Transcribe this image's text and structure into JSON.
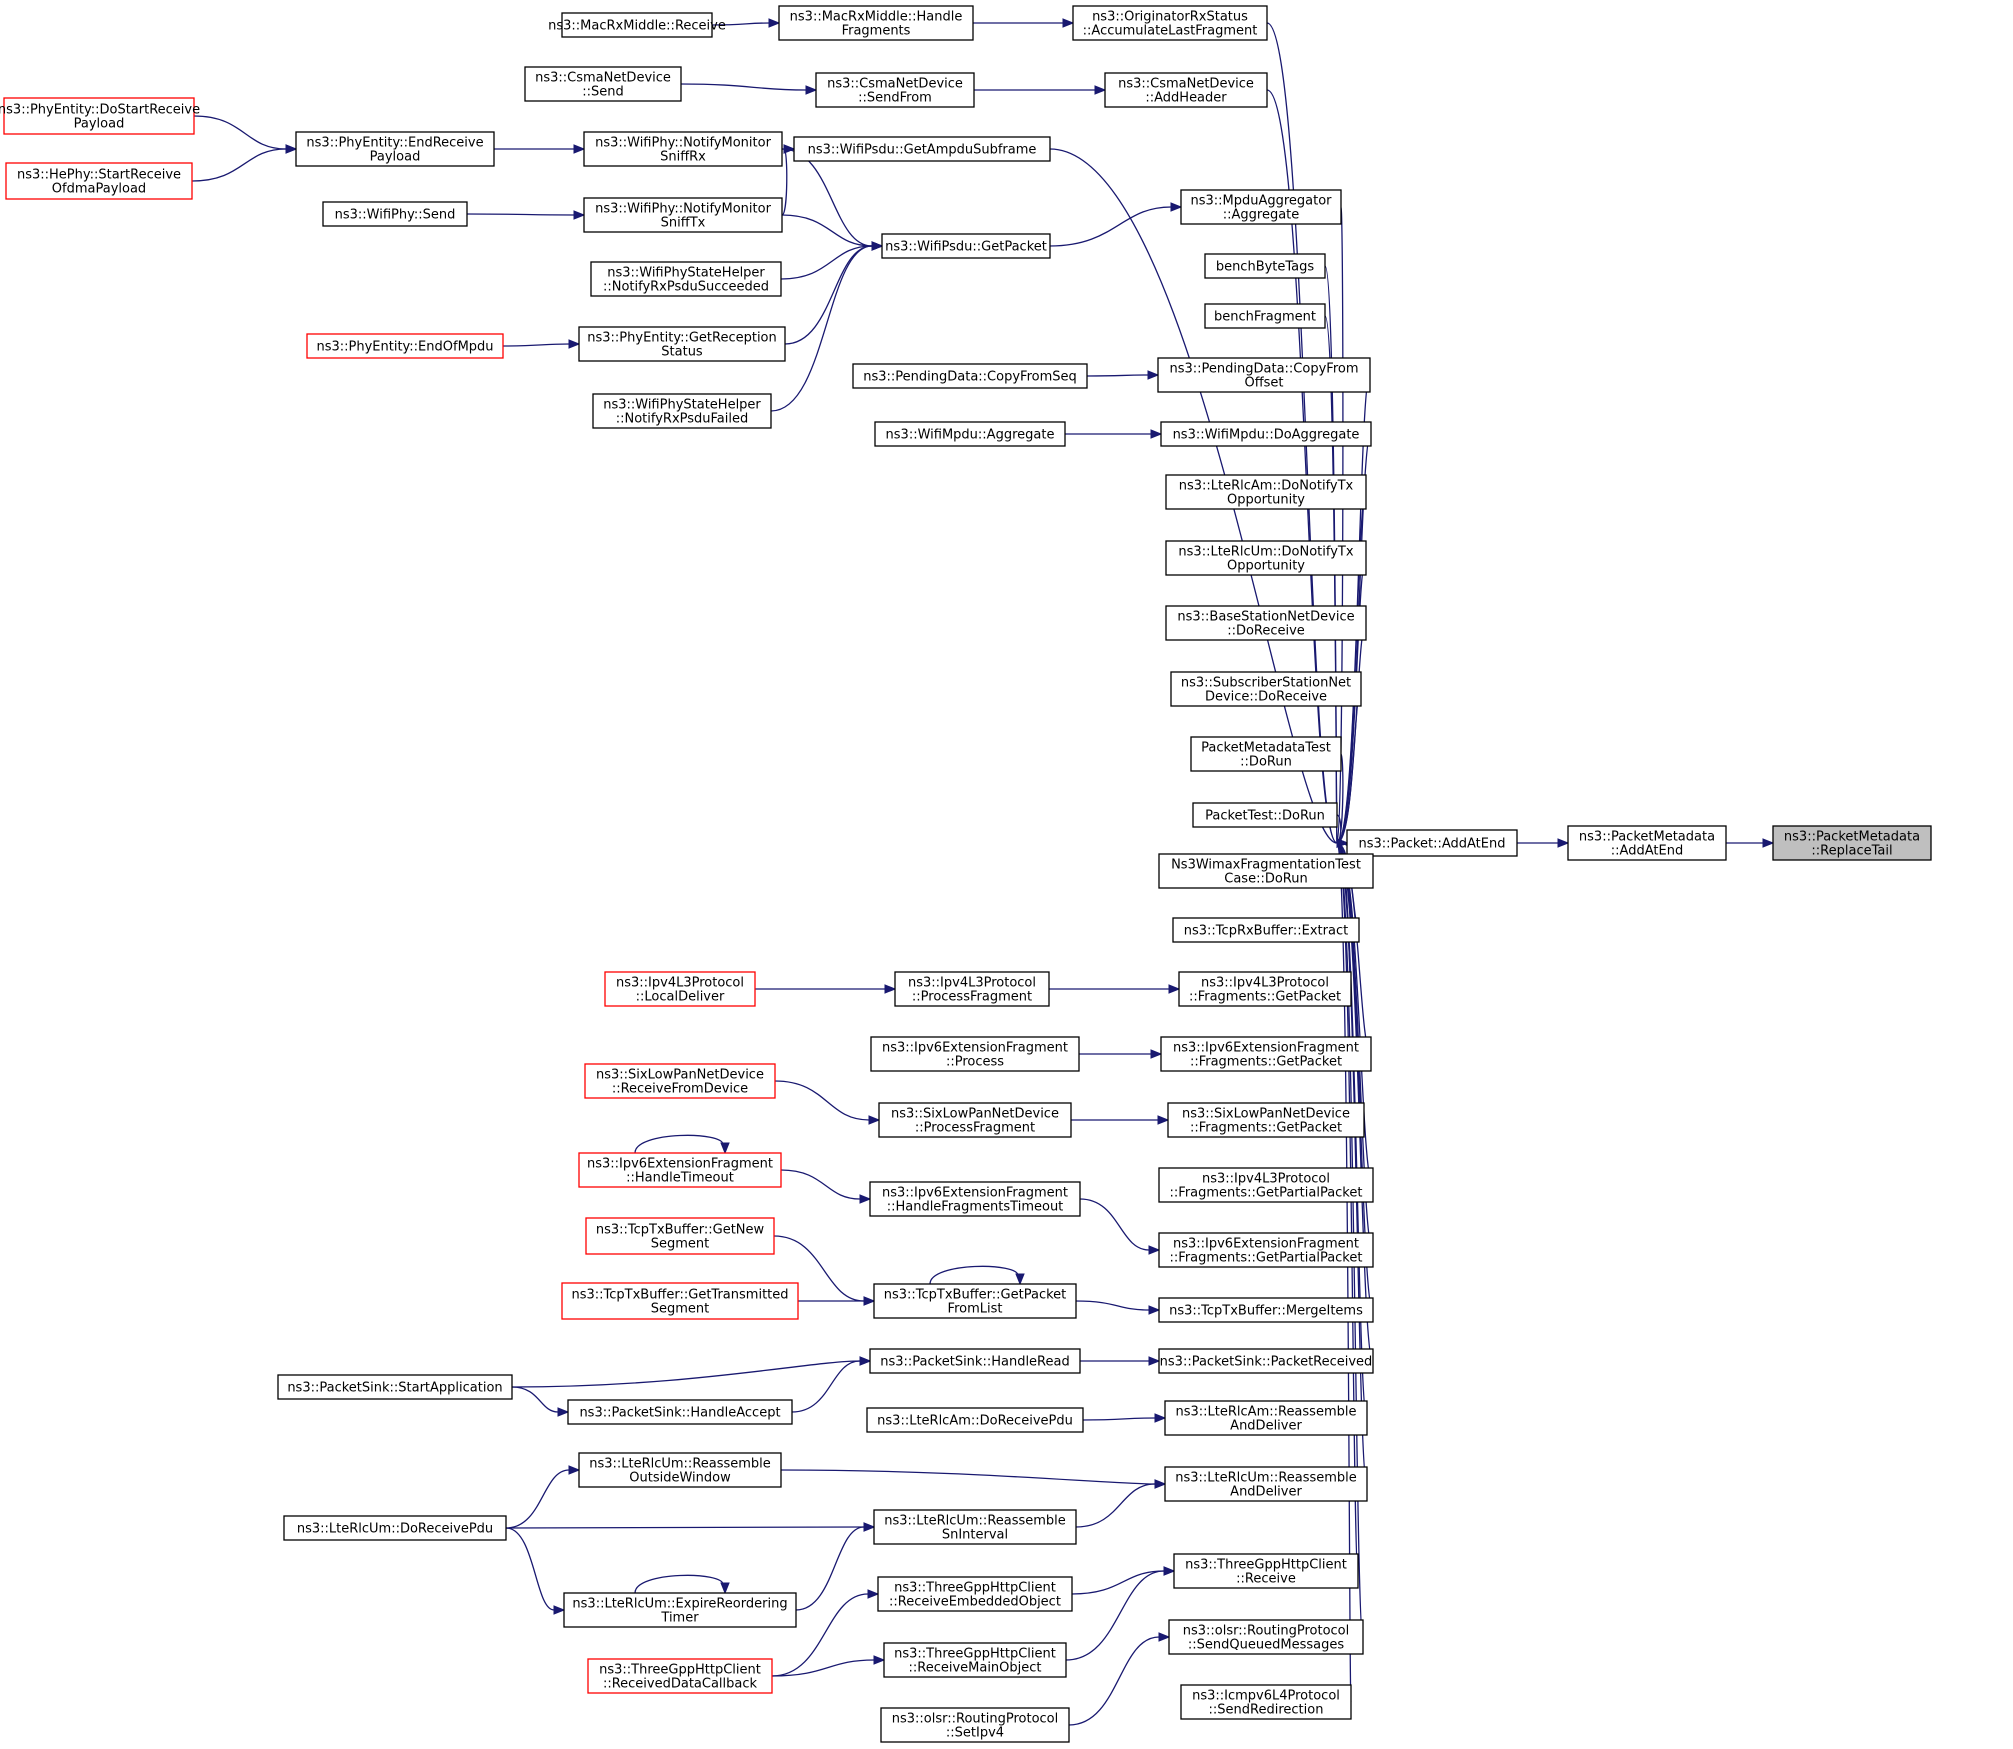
{
  "graph": {
    "nodes": [
      {
        "id": "replace_tail",
        "lines": [
          "ns3::PacketMetadata",
          "::ReplaceTail"
        ],
        "style": "focus"
      },
      {
        "id": "pm_addatend",
        "lines": [
          "ns3::PacketMetadata",
          "::AddAtEnd"
        ]
      },
      {
        "id": "pkt_addatend",
        "lines": [
          "ns3::Packet::AddAtEnd"
        ]
      },
      {
        "id": "orig_accum",
        "lines": [
          "ns3::OriginatorRxStatus",
          "::AccumulateLastFragment"
        ]
      },
      {
        "id": "mac_handle_frag",
        "lines": [
          "ns3::MacRxMiddle::Handle",
          "Fragments"
        ]
      },
      {
        "id": "mac_receive",
        "lines": [
          "ns3::MacRxMiddle::Receive"
        ]
      },
      {
        "id": "csma_addheader",
        "lines": [
          "ns3::CsmaNetDevice",
          "::AddHeader"
        ]
      },
      {
        "id": "csma_sendfrom",
        "lines": [
          "ns3::CsmaNetDevice",
          "::SendFrom"
        ]
      },
      {
        "id": "csma_send",
        "lines": [
          "ns3::CsmaNetDevice",
          "::Send"
        ]
      },
      {
        "id": "psdu_ampdu",
        "lines": [
          "ns3::WifiPsdu::GetAmpduSubframe"
        ]
      },
      {
        "id": "notify_sniffrx",
        "lines": [
          "ns3::WifiPhy::NotifyMonitor",
          "SniffRx"
        ]
      },
      {
        "id": "phy_endreceive",
        "lines": [
          "ns3::PhyEntity::EndReceive",
          "Payload"
        ]
      },
      {
        "id": "phy_dostart",
        "lines": [
          "ns3::PhyEntity::DoStartReceive",
          "Payload"
        ],
        "style": "red"
      },
      {
        "id": "hephy_start",
        "lines": [
          "ns3::HePhy::StartReceive",
          "OfdmaPayload"
        ],
        "style": "red"
      },
      {
        "id": "notify_snifftx",
        "lines": [
          "ns3::WifiPhy::NotifyMonitor",
          "SniffTx"
        ]
      },
      {
        "id": "wifiphy_send",
        "lines": [
          "ns3::WifiPhy::Send"
        ]
      },
      {
        "id": "mpdu_aggregate",
        "lines": [
          "ns3::MpduAggregator",
          "::Aggregate"
        ]
      },
      {
        "id": "psdu_getpacket",
        "lines": [
          "ns3::WifiPsdu::GetPacket"
        ]
      },
      {
        "id": "psh_succeeded",
        "lines": [
          "ns3::WifiPhyStateHelper",
          "::NotifyRxPsduSucceeded"
        ]
      },
      {
        "id": "phy_getreception",
        "lines": [
          "ns3::PhyEntity::GetReception",
          "Status"
        ]
      },
      {
        "id": "phy_endofmpdu",
        "lines": [
          "ns3::PhyEntity::EndOfMpdu"
        ],
        "style": "red"
      },
      {
        "id": "psh_failed",
        "lines": [
          "ns3::WifiPhyStateHelper",
          "::NotifyRxPsduFailed"
        ]
      },
      {
        "id": "bench_bytetags",
        "lines": [
          "benchByteTags"
        ]
      },
      {
        "id": "bench_fragment",
        "lines": [
          "benchFragment"
        ]
      },
      {
        "id": "pd_copyfromoffset",
        "lines": [
          "ns3::PendingData::CopyFrom",
          "Offset"
        ]
      },
      {
        "id": "pd_copyfromseq",
        "lines": [
          "ns3::PendingData::CopyFromSeq"
        ]
      },
      {
        "id": "mpdu_doaggregate",
        "lines": [
          "ns3::WifiMpdu::DoAggregate"
        ]
      },
      {
        "id": "mpdu_aggregate2",
        "lines": [
          "ns3::WifiMpdu::Aggregate"
        ]
      },
      {
        "id": "rlcam_donotify",
        "lines": [
          "ns3::LteRlcAm::DoNotifyTx",
          "Opportunity"
        ]
      },
      {
        "id": "rlcum_donotify",
        "lines": [
          "ns3::LteRlcUm::DoNotifyTx",
          "Opportunity"
        ]
      },
      {
        "id": "bs_doreceive",
        "lines": [
          "ns3::BaseStationNetDevice",
          "::DoReceive"
        ]
      },
      {
        "id": "ss_doreceive",
        "lines": [
          "ns3::SubscriberStationNet",
          "Device::DoReceive"
        ]
      },
      {
        "id": "pmt_dorun",
        "lines": [
          "PacketMetadataTest",
          "::DoRun"
        ]
      },
      {
        "id": "pt_dorun",
        "lines": [
          "PacketTest::DoRun"
        ]
      },
      {
        "id": "wimax_dorun",
        "lines": [
          "Ns3WimaxFragmentationTest",
          "Case::DoRun"
        ]
      },
      {
        "id": "tcprx_extract",
        "lines": [
          "ns3::TcpRxBuffer::Extract"
        ]
      },
      {
        "id": "ipv4_frag_getpacket",
        "lines": [
          "ns3::Ipv4L3Protocol",
          "::Fragments::GetPacket"
        ]
      },
      {
        "id": "ipv4_processfrag",
        "lines": [
          "ns3::Ipv4L3Protocol",
          "::ProcessFragment"
        ]
      },
      {
        "id": "ipv4_localdeliver",
        "lines": [
          "ns3::Ipv4L3Protocol",
          "::LocalDeliver"
        ],
        "style": "red"
      },
      {
        "id": "ipv6_frag_getpacket",
        "lines": [
          "ns3::Ipv6ExtensionFragment",
          "::Fragments::GetPacket"
        ]
      },
      {
        "id": "ipv6_process",
        "lines": [
          "ns3::Ipv6ExtensionFragment",
          "::Process"
        ]
      },
      {
        "id": "sixlow_frag_getpacket",
        "lines": [
          "ns3::SixLowPanNetDevice",
          "::Fragments::GetPacket"
        ]
      },
      {
        "id": "sixlow_processfrag",
        "lines": [
          "ns3::SixLowPanNetDevice",
          "::ProcessFragment"
        ]
      },
      {
        "id": "sixlow_receivefrom",
        "lines": [
          "ns3::SixLowPanNetDevice",
          "::ReceiveFromDevice"
        ],
        "style": "red"
      },
      {
        "id": "ipv4_frag_partial",
        "lines": [
          "ns3::Ipv4L3Protocol",
          "::Fragments::GetPartialPacket"
        ]
      },
      {
        "id": "ipv6_frag_partial",
        "lines": [
          "ns3::Ipv6ExtensionFragment",
          "::Fragments::GetPartialPacket"
        ]
      },
      {
        "id": "ipv6_handlefragtimeout",
        "lines": [
          "ns3::Ipv6ExtensionFragment",
          "::HandleFragmentsTimeout"
        ]
      },
      {
        "id": "ipv6_handletimeout",
        "lines": [
          "ns3::Ipv6ExtensionFragment",
          "::HandleTimeout"
        ],
        "style": "red"
      },
      {
        "id": "tcptx_mergeitems",
        "lines": [
          "ns3::TcpTxBuffer::MergeItems"
        ]
      },
      {
        "id": "tcptx_getpacketfromlist",
        "lines": [
          "ns3::TcpTxBuffer::GetPacket",
          "FromList"
        ]
      },
      {
        "id": "tcptx_getnewsegment",
        "lines": [
          "ns3::TcpTxBuffer::GetNew",
          "Segment"
        ],
        "style": "red"
      },
      {
        "id": "tcptx_gettransmitted",
        "lines": [
          "ns3::TcpTxBuffer::GetTransmitted",
          "Segment"
        ],
        "style": "red"
      },
      {
        "id": "sink_packetreceived",
        "lines": [
          "ns3::PacketSink::PacketReceived"
        ]
      },
      {
        "id": "sink_handleread",
        "lines": [
          "ns3::PacketSink::HandleRead"
        ]
      },
      {
        "id": "sink_startapp",
        "lines": [
          "ns3::PacketSink::StartApplication"
        ]
      },
      {
        "id": "sink_handleaccept",
        "lines": [
          "ns3::PacketSink::HandleAccept"
        ]
      },
      {
        "id": "rlcam_reassemble",
        "lines": [
          "ns3::LteRlcAm::Reassemble",
          "AndDeliver"
        ]
      },
      {
        "id": "rlcam_doreceivepdu",
        "lines": [
          "ns3::LteRlcAm::DoReceivePdu"
        ]
      },
      {
        "id": "rlcum_reassemble",
        "lines": [
          "ns3::LteRlcUm::Reassemble",
          "AndDeliver"
        ]
      },
      {
        "id": "rlcum_outside",
        "lines": [
          "ns3::LteRlcUm::Reassemble",
          "OutsideWindow"
        ]
      },
      {
        "id": "rlcum_sninterval",
        "lines": [
          "ns3::LteRlcUm::Reassemble",
          "SnInterval"
        ]
      },
      {
        "id": "rlcum_doreceivepdu",
        "lines": [
          "ns3::LteRlcUm::DoReceivePdu"
        ]
      },
      {
        "id": "rlcum_expire",
        "lines": [
          "ns3::LteRlcUm::ExpireReordering",
          "Timer"
        ]
      },
      {
        "id": "http_receive",
        "lines": [
          "ns3::ThreeGppHttpClient",
          "::Receive"
        ]
      },
      {
        "id": "http_embedded",
        "lines": [
          "ns3::ThreeGppHttpClient",
          "::ReceiveEmbeddedObject"
        ]
      },
      {
        "id": "http_mainobject",
        "lines": [
          "ns3::ThreeGppHttpClient",
          "::ReceiveMainObject"
        ]
      },
      {
        "id": "http_datacallback",
        "lines": [
          "ns3::ThreeGppHttpClient",
          "::ReceivedDataCallback"
        ],
        "style": "red"
      },
      {
        "id": "olsr_sendqueued",
        "lines": [
          "ns3::olsr::RoutingProtocol",
          "::SendQueuedMessages"
        ]
      },
      {
        "id": "olsr_setipv4",
        "lines": [
          "ns3::olsr::RoutingProtocol",
          "::SetIpv4"
        ]
      },
      {
        "id": "icmp_sendredirection",
        "lines": [
          "ns3::Icmpv6L4Protocol",
          "::SendRedirection"
        ]
      }
    ],
    "edges": [
      {
        "from": "pm_addatend",
        "to": "replace_tail"
      },
      {
        "from": "pkt_addatend",
        "to": "pm_addatend"
      },
      {
        "from": "orig_accum",
        "to": "pkt_addatend"
      },
      {
        "from": "csma_addheader",
        "to": "pkt_addatend"
      },
      {
        "from": "psdu_ampdu",
        "to": "pkt_addatend"
      },
      {
        "from": "mpdu_aggregate",
        "to": "pkt_addatend"
      },
      {
        "from": "bench_bytetags",
        "to": "pkt_addatend"
      },
      {
        "from": "bench_fragment",
        "to": "pkt_addatend"
      },
      {
        "from": "pd_copyfromoffset",
        "to": "pkt_addatend"
      },
      {
        "from": "mpdu_doaggregate",
        "to": "pkt_addatend"
      },
      {
        "from": "rlcam_donotify",
        "to": "pkt_addatend"
      },
      {
        "from": "rlcum_donotify",
        "to": "pkt_addatend"
      },
      {
        "from": "bs_doreceive",
        "to": "pkt_addatend"
      },
      {
        "from": "ss_doreceive",
        "to": "pkt_addatend"
      },
      {
        "from": "pmt_dorun",
        "to": "pkt_addatend"
      },
      {
        "from": "pt_dorun",
        "to": "pkt_addatend"
      },
      {
        "from": "wimax_dorun",
        "to": "pkt_addatend"
      },
      {
        "from": "tcprx_extract",
        "to": "pkt_addatend"
      },
      {
        "from": "ipv4_frag_getpacket",
        "to": "pkt_addatend"
      },
      {
        "from": "ipv6_frag_getpacket",
        "to": "pkt_addatend"
      },
      {
        "from": "sixlow_frag_getpacket",
        "to": "pkt_addatend"
      },
      {
        "from": "ipv4_frag_partial",
        "to": "pkt_addatend"
      },
      {
        "from": "ipv6_frag_partial",
        "to": "pkt_addatend"
      },
      {
        "from": "tcptx_mergeitems",
        "to": "pkt_addatend"
      },
      {
        "from": "sink_packetreceived",
        "to": "pkt_addatend"
      },
      {
        "from": "rlcam_reassemble",
        "to": "pkt_addatend"
      },
      {
        "from": "rlcum_reassemble",
        "to": "pkt_addatend"
      },
      {
        "from": "http_receive",
        "to": "pkt_addatend"
      },
      {
        "from": "olsr_sendqueued",
        "to": "pkt_addatend"
      },
      {
        "from": "icmp_sendredirection",
        "to": "pkt_addatend"
      },
      {
        "from": "mac_handle_frag",
        "to": "orig_accum"
      },
      {
        "from": "mac_receive",
        "to": "mac_handle_frag"
      },
      {
        "from": "csma_sendfrom",
        "to": "csma_addheader"
      },
      {
        "from": "csma_send",
        "to": "csma_sendfrom"
      },
      {
        "from": "notify_sniffrx",
        "to": "psdu_ampdu"
      },
      {
        "from": "notify_snifftx",
        "to": "psdu_ampdu"
      },
      {
        "from": "phy_endreceive",
        "to": "notify_sniffrx"
      },
      {
        "from": "phy_dostart",
        "to": "phy_endreceive"
      },
      {
        "from": "hephy_start",
        "to": "phy_endreceive"
      },
      {
        "from": "wifiphy_send",
        "to": "notify_snifftx"
      },
      {
        "from": "psdu_getpacket",
        "to": "mpdu_aggregate"
      },
      {
        "from": "notify_sniffrx",
        "to": "psdu_getpacket"
      },
      {
        "from": "notify_snifftx",
        "to": "psdu_getpacket"
      },
      {
        "from": "psh_succeeded",
        "to": "psdu_getpacket"
      },
      {
        "from": "phy_getreception",
        "to": "psdu_getpacket"
      },
      {
        "from": "psh_failed",
        "to": "psdu_getpacket"
      },
      {
        "from": "phy_endofmpdu",
        "to": "phy_getreception"
      },
      {
        "from": "pd_copyfromseq",
        "to": "pd_copyfromoffset"
      },
      {
        "from": "mpdu_aggregate2",
        "to": "mpdu_doaggregate"
      },
      {
        "from": "ipv4_processfrag",
        "to": "ipv4_frag_getpacket"
      },
      {
        "from": "ipv4_localdeliver",
        "to": "ipv4_processfrag"
      },
      {
        "from": "ipv6_process",
        "to": "ipv6_frag_getpacket"
      },
      {
        "from": "sixlow_processfrag",
        "to": "sixlow_frag_getpacket"
      },
      {
        "from": "sixlow_receivefrom",
        "to": "sixlow_processfrag"
      },
      {
        "from": "ipv6_handlefragtimeout",
        "to": "ipv6_frag_partial"
      },
      {
        "from": "ipv6_handletimeout",
        "to": "ipv6_handlefragtimeout"
      },
      {
        "from": "ipv6_handletimeout",
        "to": "ipv6_handletimeout"
      },
      {
        "from": "tcptx_getpacketfromlist",
        "to": "tcptx_mergeitems"
      },
      {
        "from": "tcptx_getnewsegment",
        "to": "tcptx_getpacketfromlist"
      },
      {
        "from": "tcptx_gettransmitted",
        "to": "tcptx_getpacketfromlist"
      },
      {
        "from": "tcptx_getpacketfromlist",
        "to": "tcptx_getpacketfromlist"
      },
      {
        "from": "sink_handleread",
        "to": "sink_packetreceived"
      },
      {
        "from": "sink_startapp",
        "to": "sink_handleread"
      },
      {
        "from": "sink_handleaccept",
        "to": "sink_handleread"
      },
      {
        "from": "sink_startapp",
        "to": "sink_handleaccept"
      },
      {
        "from": "rlcam_doreceivepdu",
        "to": "rlcam_reassemble"
      },
      {
        "from": "rlcum_outside",
        "to": "rlcum_reassemble"
      },
      {
        "from": "rlcum_sninterval",
        "to": "rlcum_reassemble"
      },
      {
        "from": "rlcum_doreceivepdu",
        "to": "rlcum_outside"
      },
      {
        "from": "rlcum_doreceivepdu",
        "to": "rlcum_sninterval"
      },
      {
        "from": "rlcum_doreceivepdu",
        "to": "rlcum_expire"
      },
      {
        "from": "rlcum_expire",
        "to": "rlcum_sninterval"
      },
      {
        "from": "rlcum_expire",
        "to": "rlcum_expire"
      },
      {
        "from": "http_embedded",
        "to": "http_receive"
      },
      {
        "from": "http_mainobject",
        "to": "http_receive"
      },
      {
        "from": "http_datacallback",
        "to": "http_embedded"
      },
      {
        "from": "http_datacallback",
        "to": "http_mainobject"
      },
      {
        "from": "olsr_setipv4",
        "to": "olsr_sendqueued"
      }
    ]
  }
}
